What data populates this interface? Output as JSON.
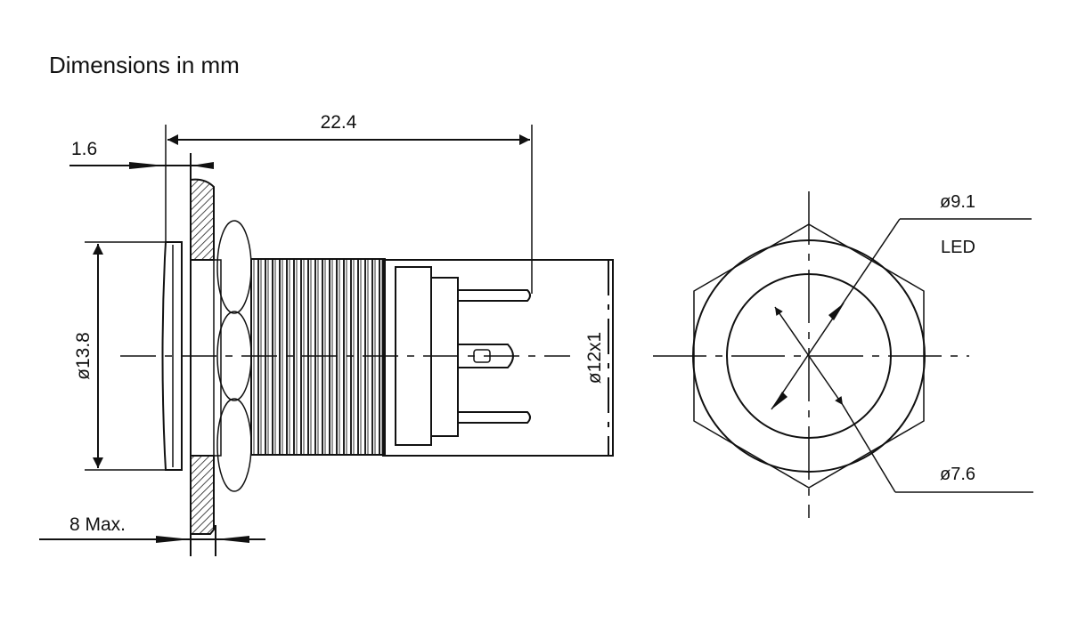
{
  "title": "Dimensions in mm",
  "side_view": {
    "length_label": "22.4",
    "bezel_thickness_label": "1.6",
    "bezel_diameter_label": "ø13.8",
    "panel_max_label": "8 Max.",
    "thread_label": "ø12x1"
  },
  "front_view": {
    "outer_diameter_label": "ø9.1",
    "led_label": "LED",
    "inner_diameter_label": "ø7.6"
  }
}
